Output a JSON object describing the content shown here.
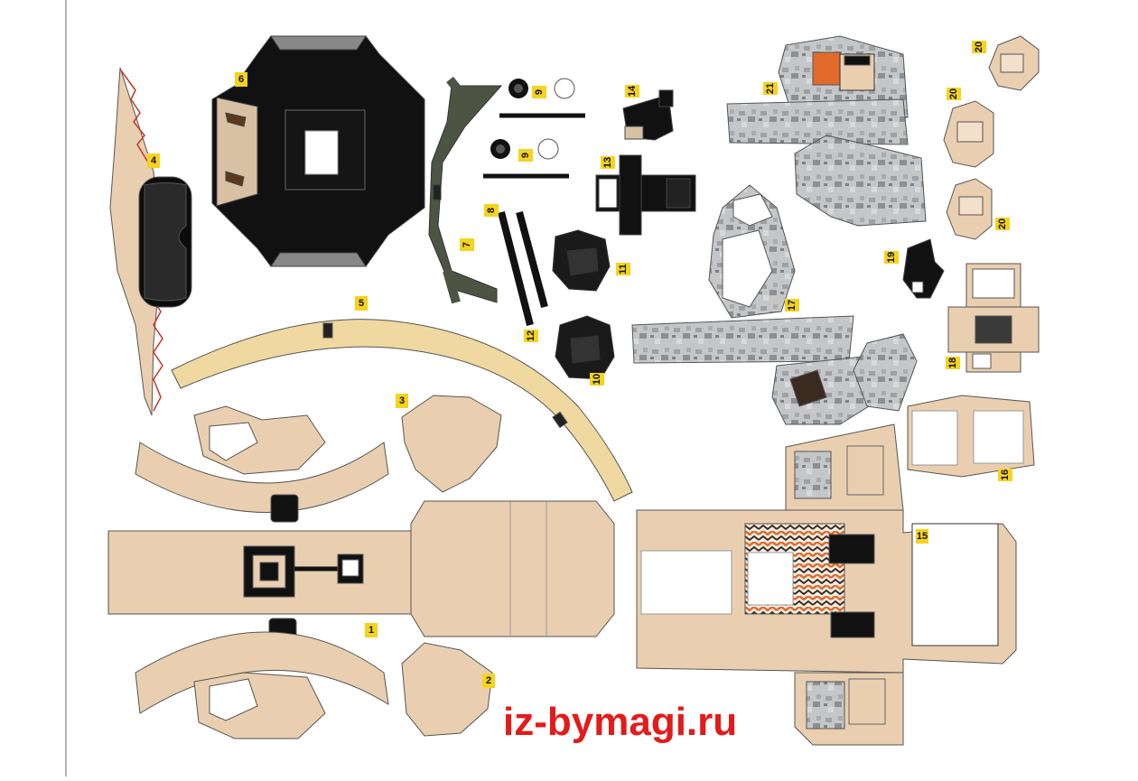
{
  "watermark": "iz-bymagi.ru",
  "part_labels": {
    "p1": "1",
    "p2": "2",
    "p3": "3",
    "p4": "4",
    "p5": "5",
    "p6": "6",
    "p7": "7",
    "p8": "8",
    "p9a": "9",
    "p9b": "9",
    "p10": "10",
    "p11": "11",
    "p12": "12",
    "p13": "13",
    "p14": "14",
    "p15": "15",
    "p16": "16",
    "p17": "17",
    "p18": "18",
    "p19": "19",
    "p20a": "20",
    "p20b": "20",
    "p20c": "20",
    "p21": "21"
  },
  "colors": {
    "tan": "#e9cfb0",
    "tan_dark": "#d9b99a",
    "yellow_strip": "#efd9a0",
    "black": "#111111",
    "olive": "#4d5443",
    "camo": "#b7b9bb",
    "label_bg": "#f6d31c",
    "watermark": "#e31b1b"
  }
}
